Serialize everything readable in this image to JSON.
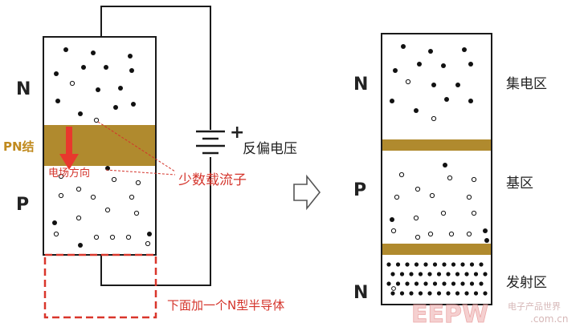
{
  "labels": {
    "left_n": "N",
    "left_p": "P",
    "pn_junction": "PN结",
    "field_direction": "电场方向",
    "reverse_voltage": "反偏电压",
    "minority_carriers": "少数载流子",
    "add_n_semiconductor": "下面加一个N型半导体",
    "right_n_top": "N",
    "right_p": "P",
    "right_n_bottom": "N",
    "collector": "集电区",
    "base": "基区",
    "emitter": "发射区",
    "battery_plus": "+",
    "watermark_logo": "EEPW",
    "watermark_text": "电子产品世界",
    "watermark_url": ".com.cn"
  },
  "colors": {
    "junction": "#b08a2e",
    "arrow": "#e8382d",
    "dashed_box": "#d9362b",
    "outline": "#1a1a1a"
  },
  "icons": {
    "transition_arrow": "hollow-right-arrow-icon",
    "battery": "battery-icon"
  }
}
